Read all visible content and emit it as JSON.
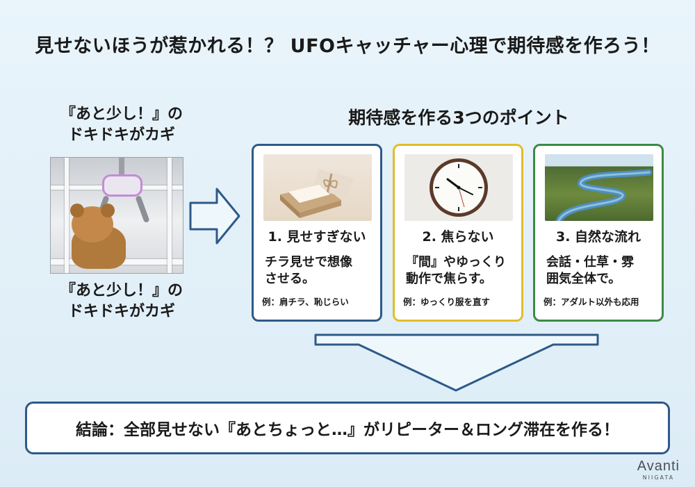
{
  "title": "見せないほうが惹かれる！？ UFOキャッチャー心理で期待感を作ろう！",
  "left": {
    "caption_top_line1": "『あと少し！』の",
    "caption_top_line2": "ドキドキがカギ",
    "caption_bottom_line1": "『あと少し！』の",
    "caption_bottom_line2": "ドキドキがカギ"
  },
  "points_heading": "期待感を作る3つのポイント",
  "cards": [
    {
      "title": "1. 見せすぎない",
      "body_line1": "チラ見せで想像",
      "body_line2": "させる。",
      "example": "例：肩チラ、恥じらい",
      "border_color": "#2d5a88",
      "image": "gift-box"
    },
    {
      "title": "2. 焦らない",
      "body_line1": "『間』やゆっくり",
      "body_line2": "動作で焦らす。",
      "example": "例：ゆっくり服を直す",
      "border_color": "#e2bd2a",
      "image": "wall-clock"
    },
    {
      "title": "3. 自然な流れ",
      "body_line1": "会話・仕草・雰",
      "body_line2": "囲気全体で。",
      "example": "例：アダルト以外も応用",
      "border_color": "#3d8a45",
      "image": "winding-river"
    }
  ],
  "conclusion": "結論：全部見せない『あとちょっと…』がリピーター＆ロング滞在を作る！",
  "logo": {
    "name": "Avanti",
    "sub": "NIIGATA"
  }
}
